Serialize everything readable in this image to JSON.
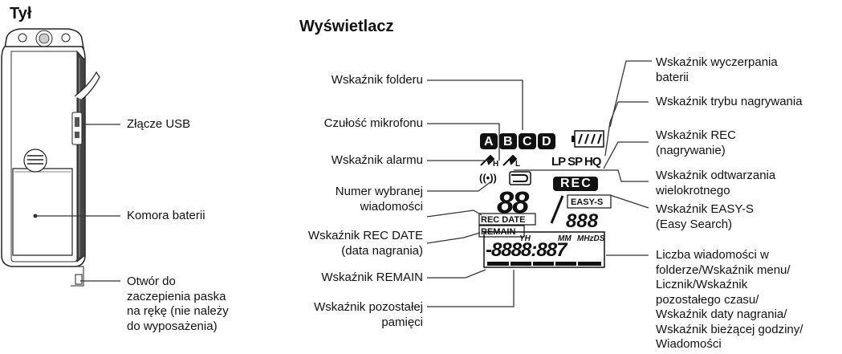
{
  "left_title": "Tył",
  "right_title": "Wyświetlacz",
  "device_labels": {
    "usb": "Złącze USB",
    "battery": "Komora baterii",
    "strap": [
      "Otwór do",
      "zaczepienia paska",
      "na rękę (nie należy",
      "do wyposażenia)"
    ]
  },
  "left_callouts": {
    "folder": "Wskaźnik folderu",
    "mic": "Czułość mikrofonu",
    "alarm": "Wskaźnik alarmu",
    "msgnum": [
      "Numer wybranej",
      "wiadomości"
    ],
    "recdate": [
      "Wskaźnik REC DATE",
      "(data nagrania)"
    ],
    "remain": "Wskaźnik REMAIN",
    "memory": [
      "Wskaźnik pozostałej",
      "pamięci"
    ]
  },
  "right_callouts": {
    "battery_ind": [
      "Wskaźnik wyczerpania",
      "baterii"
    ],
    "mode": "Wskaźnik trybu nagrywania",
    "rec": [
      "Wskaźnik REC",
      "(nagrywanie)"
    ],
    "repeat": [
      "Wskaźnik odtwarzania",
      "wielokrotnego"
    ],
    "easys": [
      "Wskaźnik EASY-S",
      "(Easy Search)"
    ],
    "counter": [
      "Liczba wiadomości w",
      "folderze/Wskaźnik menu/",
      "Licznik/Wskaźnik",
      "pozostałego czasu/",
      "Wskaźnik daty nagrania/",
      "Wskaźnik bieżącej godziny/",
      "Wiadomości"
    ]
  },
  "lcd": {
    "folders": [
      "A",
      "B",
      "C",
      "D"
    ],
    "mic_h": "H",
    "mic_l": "L",
    "modes": "LP SP HQ",
    "rec": "REC",
    "alarm_symbol": "((•))",
    "easy_s": "EASY-S",
    "rec_date": "REC DATE",
    "remain": "REMAIN",
    "yh": "YH",
    "mm": "MM",
    "mhz": "MHzDS",
    "big_digits": "88",
    "small_digits": "888",
    "counter_digits": "-8888:887"
  }
}
